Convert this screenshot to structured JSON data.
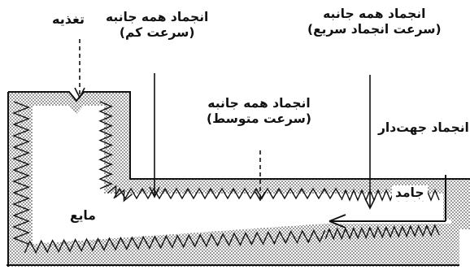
{
  "diagram": {
    "labels": {
      "feed": "تغذیه",
      "uniform_slow_line1": "انجماد همه جانبه",
      "uniform_slow_line2": "(سرعت کم)",
      "uniform_fast_line1": "انجماد همه جانبه",
      "uniform_fast_line2": "(سرعت انجماد سریع)",
      "uniform_medium_line1": "انجماد همه جانبه",
      "uniform_medium_line2": "(سرعت متوسط)",
      "directional": "انجماد جهت‌دار",
      "solid": "جامد",
      "liquid": "مایع"
    },
    "colors": {
      "ink": "#111111",
      "solid_fill": "#cfcfcf",
      "background": "#ffffff"
    }
  }
}
